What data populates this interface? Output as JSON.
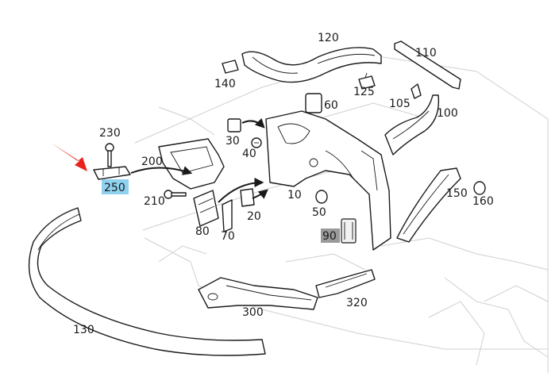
{
  "callouts": {
    "c10": "10",
    "c20": "20",
    "c30": "30",
    "c40": "40",
    "c50": "50",
    "c60": "60",
    "c70": "70",
    "c80": "80",
    "c90": "90",
    "c100": "100",
    "c105": "105",
    "c110": "110",
    "c120": "120",
    "c125": "125",
    "c130": "130",
    "c140": "140",
    "c150": "150",
    "c160": "160",
    "c200": "200",
    "c210": "210",
    "c230": "230",
    "c250": "250",
    "c300": "300",
    "c320": "320"
  },
  "highlight": {
    "primary_color": "#8fd1ee",
    "secondary_color": "#9a9a9a",
    "pointer_color": "#e8231c",
    "primary_callout": "250",
    "secondary_callout": "90"
  }
}
